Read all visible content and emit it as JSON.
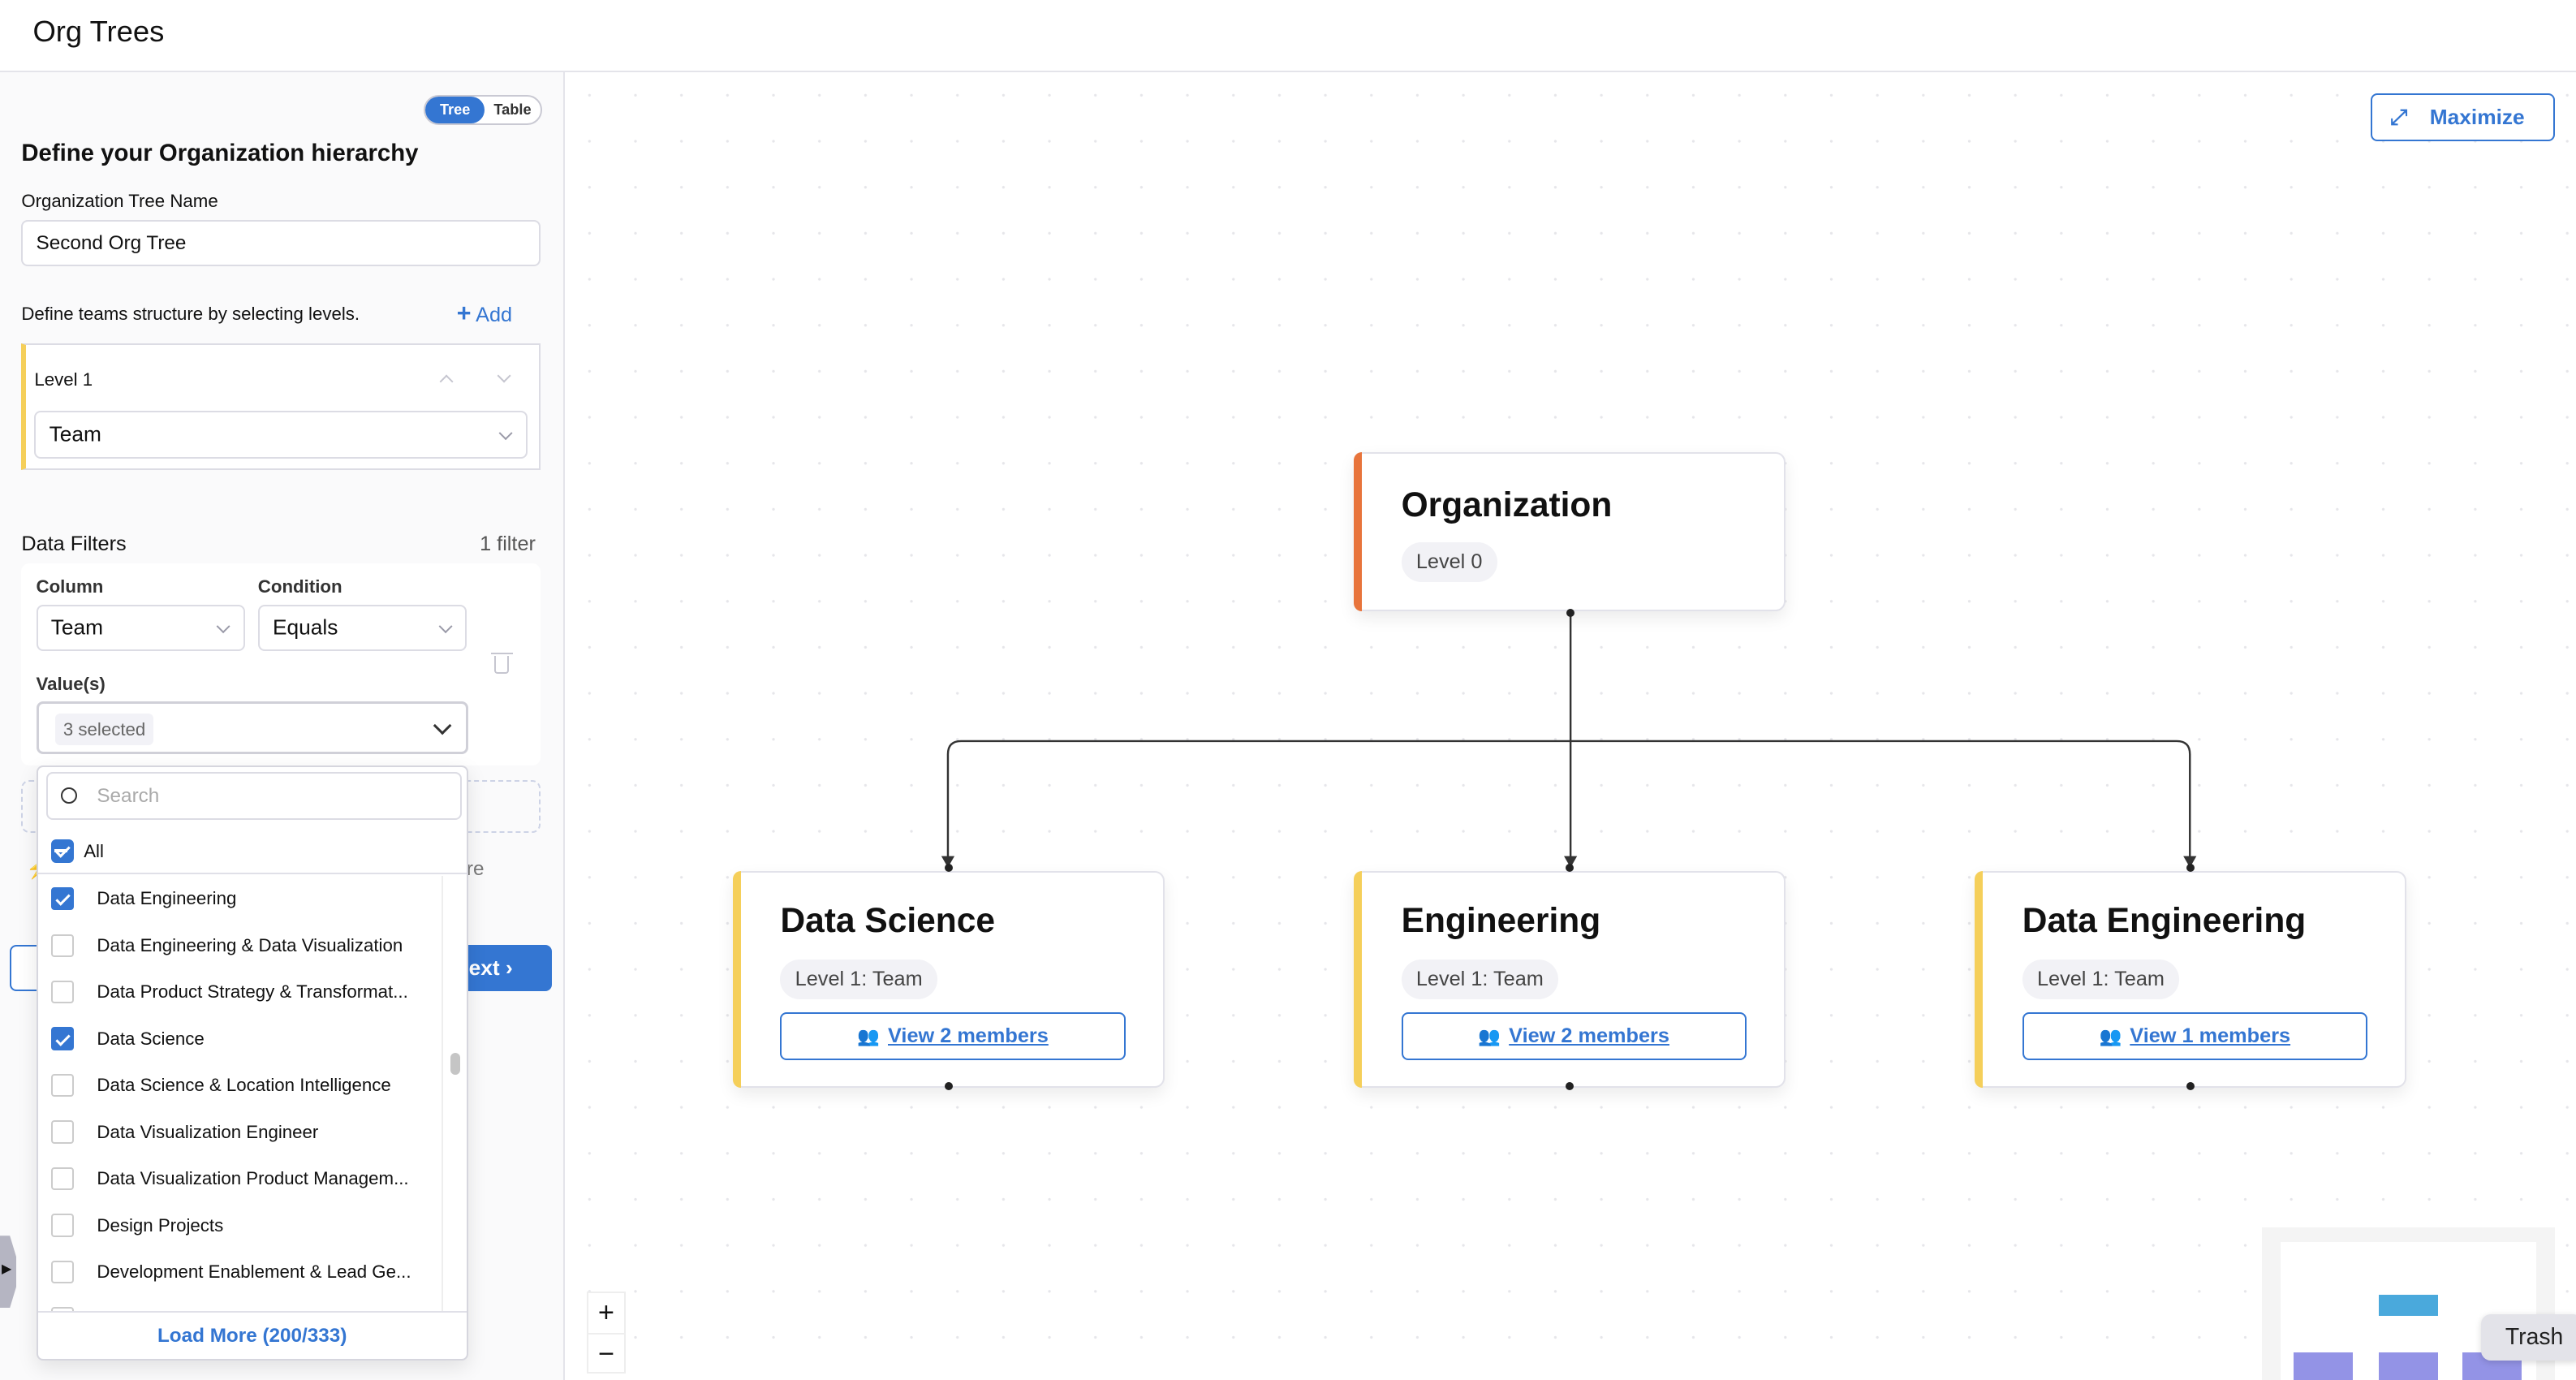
{
  "app": {
    "title": "Org Trees"
  },
  "view_toggle": {
    "tree": "Tree",
    "table": "Table",
    "active": "Tree"
  },
  "form": {
    "heading": "Define your Organization hierarchy",
    "tree_name_label": "Organization Tree Name",
    "tree_name_value": "Second Org Tree",
    "levels_hint": "Define teams structure by selecting levels.",
    "add_label": "Add",
    "level": {
      "label": "Level 1",
      "value": "Team"
    },
    "filters": {
      "title": "Data Filters",
      "count": "1 filter",
      "column_label": "Column",
      "column_value": "Team",
      "condition_label": "Condition",
      "condition_value": "Equals",
      "values_label": "Value(s)",
      "values_summary": "3 selected"
    },
    "partial_text": "re",
    "next_label": "Next"
  },
  "dropdown": {
    "search_placeholder": "Search",
    "all_label": "All",
    "items": [
      {
        "label": "Data Engineering",
        "checked": true
      },
      {
        "label": "Data Engineering & Data Visualization",
        "checked": false
      },
      {
        "label": "Data Product Strategy & Transformat...",
        "checked": false
      },
      {
        "label": "Data Science",
        "checked": true
      },
      {
        "label": "Data Science & Location Intelligence",
        "checked": false
      },
      {
        "label": "Data Visualization Engineer",
        "checked": false
      },
      {
        "label": "Data Visualization Product Managem...",
        "checked": false
      },
      {
        "label": "Design Projects",
        "checked": false
      },
      {
        "label": "Development Enablement & Lead Ge...",
        "checked": false
      }
    ],
    "load_more": "Load More (200/333)"
  },
  "canvas": {
    "maximize_label": "Maximize",
    "root": {
      "title": "Organization",
      "badge": "Level 0",
      "color": "#e8743b"
    },
    "children": [
      {
        "title": "Data Science",
        "badge": "Level 1: Team",
        "members": "View 2 members",
        "color": "#f5cf5a"
      },
      {
        "title": "Engineering",
        "badge": "Level 1: Team",
        "members": "View 2 members",
        "color": "#f5cf5a"
      },
      {
        "title": "Data Engineering",
        "badge": "Level 1: Team",
        "members": "View 1 members",
        "color": "#f5cf5a"
      }
    ],
    "zoom_in": "+",
    "zoom_out": "−"
  },
  "tooltip": {
    "trash": "Trash"
  },
  "colors": {
    "accent": "#3476d2",
    "level_yellow": "#f5cf5a",
    "root_orange": "#e8743b"
  }
}
